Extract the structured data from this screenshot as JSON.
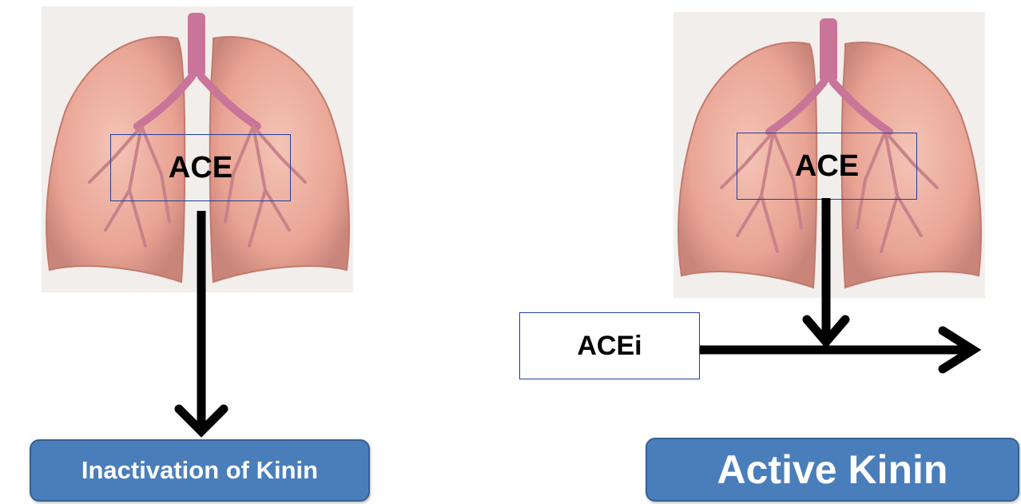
{
  "left_panel": {
    "enzyme_label": "ACE",
    "result_label": "Inactivation of Kinin"
  },
  "right_panel": {
    "enzyme_label": "ACE",
    "inhibitor_label": "ACEi",
    "result_label": "Active Kinin"
  },
  "colors": {
    "box_border": "#1f3f9f",
    "result_fill": "#4a7ebb",
    "result_border": "#38608f",
    "arrow": "#000000",
    "lung_tissue": "#e9a89a",
    "trachea": "#c9749a"
  },
  "icons": [
    "lungs-illustration",
    "arrow-down-icon",
    "arrow-right-icon"
  ]
}
